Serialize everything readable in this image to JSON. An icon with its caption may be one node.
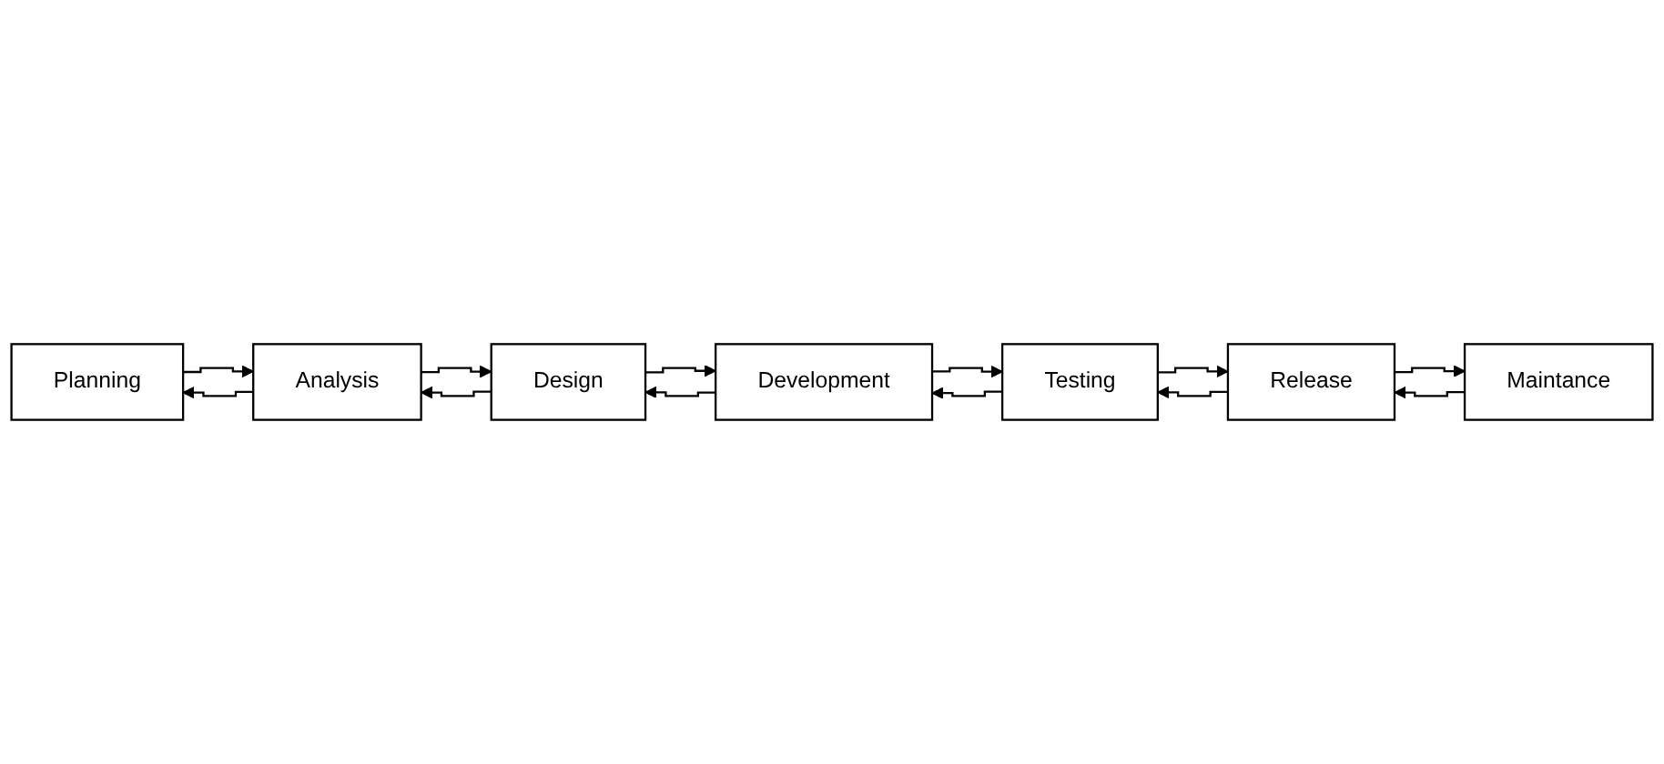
{
  "diagram": {
    "nodes": [
      {
        "text": [
          "Planning"
        ]
      },
      {
        "text": [
          "Analysis"
        ]
      },
      {
        "text": [
          "Design"
        ]
      },
      {
        "text": [
          "Development"
        ]
      },
      {
        "text": [
          "Testing"
        ]
      },
      {
        "text": [
          "Release"
        ]
      },
      {
        "text": [
          "Maintance"
        ]
      }
    ],
    "edges": [
      {
        "from": 0,
        "to": 1,
        "arrow": "to"
      },
      {
        "from": 1,
        "to": 0,
        "arrow": "to"
      },
      {
        "from": 1,
        "to": 2,
        "arrow": "to"
      },
      {
        "from": 2,
        "to": 1,
        "arrow": "to"
      },
      {
        "from": 2,
        "to": 3,
        "arrow": "to"
      },
      {
        "from": 3,
        "to": 2,
        "arrow": "to"
      },
      {
        "from": 3,
        "to": 4,
        "arrow": "to"
      },
      {
        "from": 4,
        "to": 3,
        "arrow": "to"
      },
      {
        "from": 4,
        "to": 5,
        "arrow": "to"
      },
      {
        "from": 5,
        "to": 4,
        "arrow": "to"
      },
      {
        "from": 5,
        "to": 6,
        "arrow": "to"
      },
      {
        "from": 6,
        "to": 5,
        "arrow": "to"
      }
    ]
  }
}
